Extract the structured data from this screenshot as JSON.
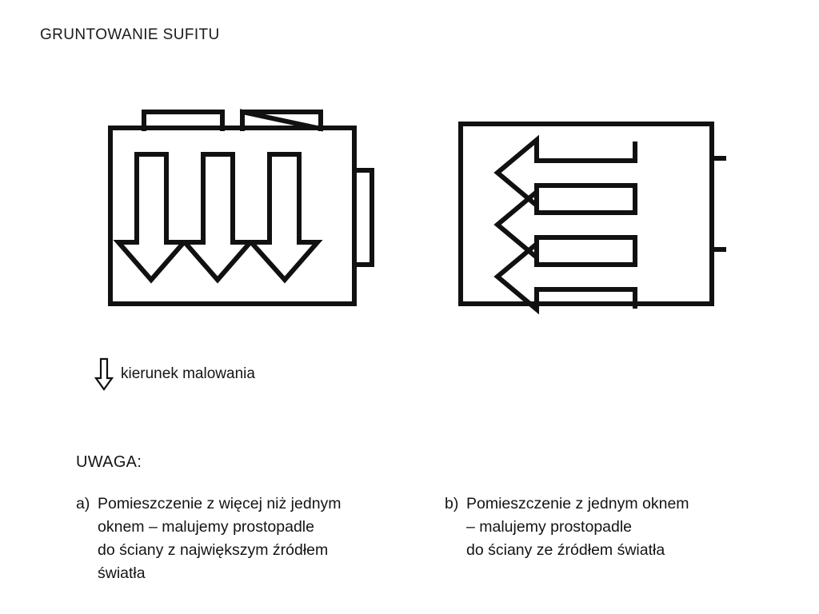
{
  "slide": {
    "title": "GRUNTOWANIE SUFITU"
  },
  "figures": [
    {
      "id": "figure-a",
      "name": "room-diagram-two-windows",
      "description": "Pomieszczenie z dwoma oknami i trzema strzalkami w dol",
      "windows": 2,
      "door": "right-wall",
      "arrow_direction": "down",
      "arrow_count": 3
    },
    {
      "id": "figure-b",
      "name": "room-diagram-one-window",
      "description": "Pomieszczenie z jednym oknem i trzema strzalkami w lewo",
      "windows": 0,
      "door": "right-wall",
      "arrow_direction": "left",
      "arrow_count": 3
    }
  ],
  "legend": {
    "icon": "arrow-down-icon",
    "label": "kierunek malowania"
  },
  "notes": {
    "heading": "UWAGA:",
    "items": [
      {
        "marker": "a)",
        "text": "Pomieszczenie z więcej niż jednym\noknem – malujemy prostopadle\ndo ściany z największym źródłem\nświatła"
      },
      {
        "marker": "b)",
        "text": "Pomieszczenie z jednym oknem\n– malujemy prostopadle\ndo ściany ze źródłem światła"
      }
    ]
  },
  "colors": {
    "background": "#ffffff",
    "ink": "#111111",
    "stroke": "#111111"
  }
}
